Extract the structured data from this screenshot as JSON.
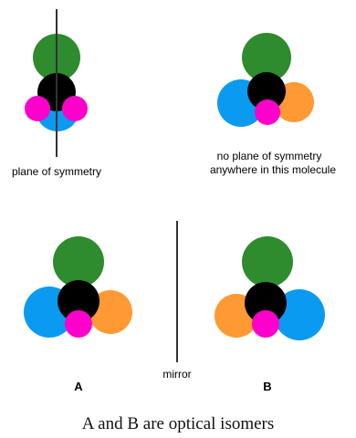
{
  "colors": {
    "green": "#2e8b2e",
    "black": "#000000",
    "blue": "#0a9bf0",
    "magenta": "#ff00cc",
    "orange": "#ff9933",
    "line": "#333333"
  },
  "top_left": {
    "label": "plane of symmetry"
  },
  "top_right": {
    "label_line1": "no plane of symmetry",
    "label_line2": "anywhere in this molecule"
  },
  "bottom": {
    "mirror_label": "mirror",
    "left_label": "A",
    "right_label": "B"
  },
  "caption": "A and B are optical isomers"
}
